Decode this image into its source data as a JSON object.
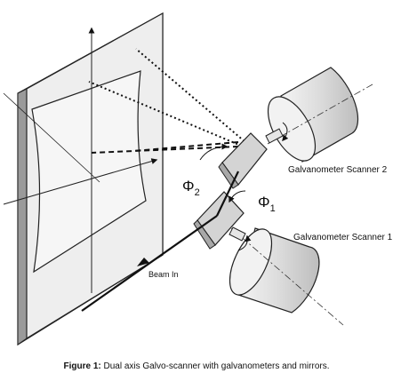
{
  "labels": {
    "scanner2": "Galvanometer Scanner 2",
    "scanner1": "Galvanometer Scanner 1",
    "beam_in": "Beam In",
    "phi2": "Φ",
    "phi2_sub": "2",
    "phi1": "Φ",
    "phi1_sub": "1"
  },
  "caption": {
    "prefix": "Figure 1:",
    "text": " Dual axis Galvo-scanner with galvanometers and mirrors."
  }
}
